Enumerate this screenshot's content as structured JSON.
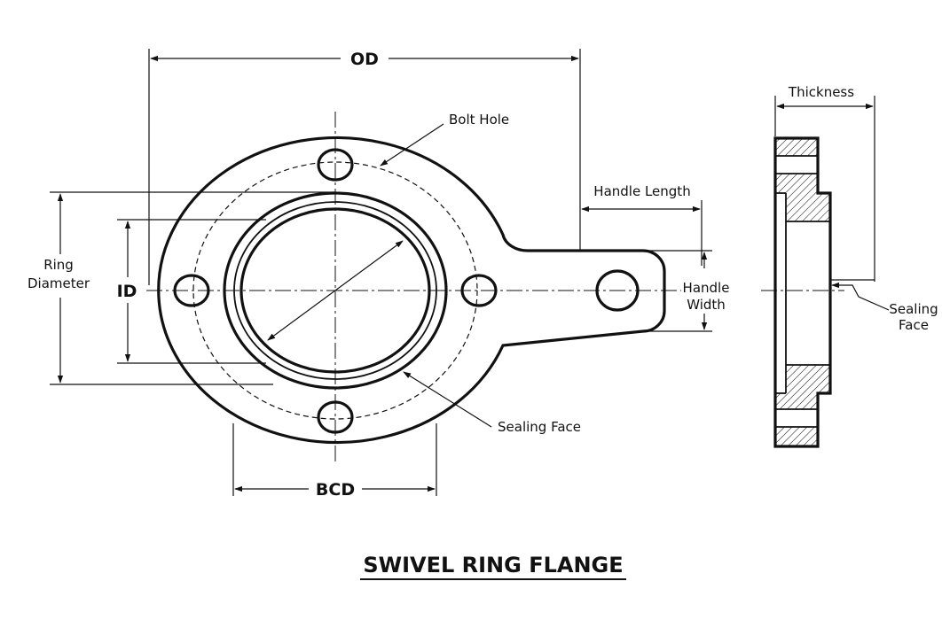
{
  "title": "SWIVEL RING FLANGE",
  "labels": {
    "od": "OD",
    "bolt_hole": "Bolt Hole",
    "handle_length": "Handle Length",
    "ring_diameter_line1": "Ring",
    "ring_diameter_line2": "Diameter",
    "id": "ID",
    "handle_width_line1": "Handle",
    "handle_width_line2": "Width",
    "sealing_face_front": "Sealing Face",
    "bcd": "BCD",
    "thickness": "Thickness",
    "sealing_face_side_line1": "Sealing",
    "sealing_face_side_line2": "Face"
  },
  "colors": {
    "ink": "#111111",
    "background": "#ffffff"
  }
}
